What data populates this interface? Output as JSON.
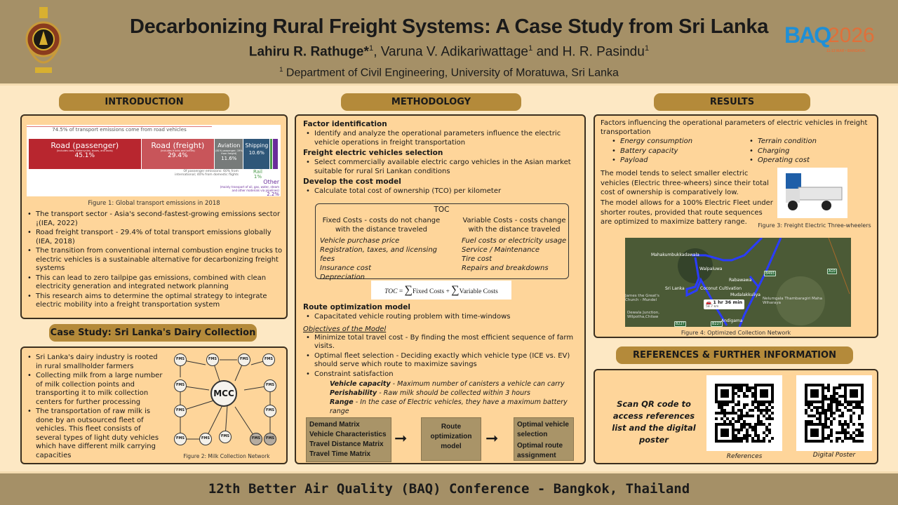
{
  "header": {
    "title": "Decarbonizing Rural Freight Systems: A Case Study from Sri Lanka",
    "authors": [
      {
        "name": "Lahiru R. Rathuge*",
        "sup": "1"
      },
      {
        "name": "Varuna V. Adikariwattage",
        "sup": "1"
      },
      {
        "name": "H. R. Pasindu",
        "sup": "1"
      }
    ],
    "author_sep1": ", ",
    "author_sep2": " and ",
    "affiliation_sup": "1",
    "affiliation": " Department of Civil Engineering, University of Moratuwa, Sri Lanka",
    "logo_left": "University of Moratuwa crest",
    "logo_right": {
      "text1": "BAQ",
      "text2": "2026",
      "sub": "11-13 MAR • BANGKOK"
    }
  },
  "introduction": {
    "heading": "INTRODUCTION",
    "figure": {
      "bracket_label": "74.5% of transport emissions come from road vehicles",
      "segments": [
        {
          "name": "Road (passenger)",
          "note": "(includes cars, motorcycles, buses, and taxis)",
          "value": "45.1%",
          "pct": 45.1,
          "color": "#b8262f"
        },
        {
          "name": "Road (freight)",
          "note": "(includes trucks and lorries)",
          "value": "29.4%",
          "pct": 29.4,
          "color": "#c8555a"
        },
        {
          "name": "Aviation",
          "note": "(81% passenger; 19% from freight)",
          "value": "11.6%",
          "pct": 11.6,
          "color": "#777b7a"
        },
        {
          "name": "Shipping",
          "note": "",
          "value": "10.6%",
          "pct": 10.6,
          "color": "#2f5779"
        },
        {
          "name": "Rail",
          "note": "",
          "value": "1%",
          "pct": 1,
          "color": "#4a9a4a"
        },
        {
          "name": "Other",
          "note": "(mainly transport of oil, gas, water, steam and other materials via pipelines)",
          "value": "2.2%",
          "pct": 2.2,
          "color": "#6a2c9a"
        }
      ],
      "aviation_note": "Of passenger emissions: 60% from international; 40% from domestic flights",
      "caption": "Figure 1: Global transport emissions in 2018"
    },
    "bullets": [
      "The transport sector - Asia's second-fastest-growing emissions sector ¡(IEA, 2022)",
      "Road freight transport - 29.4% of total transport emissions globally (IEA, 2018)",
      "The transition from conventional internal combustion engine trucks to electric vehicles is a sustainable alternative for decarbonizing freight systems",
      "This can lead to zero tailpipe gas emissions, combined with clean electricity generation and integrated network planning",
      "This research aims to determine the optimal strategy to integrate electric mobility into a freight transportation system"
    ]
  },
  "case_study": {
    "heading": "Case Study: Sri Lanka's Dairy Collection",
    "bullets": [
      "Sri Lanka's dairy industry is rooted in rural smallholder farmers",
      "Collecting milk from a large number of milk collection points and transporting it to milk collection centers for further processing",
      "The transportation of raw milk is done by an outsourced fleet of vehicles. This fleet consists of several types of light duty vehicles which have different milk carrying capacities"
    ],
    "figure": {
      "center": "MCC",
      "node": "FMS",
      "caption": "Figure 2: Milk Collection Network"
    }
  },
  "methodology": {
    "heading": "METHODOLOGY",
    "s1": {
      "title": "Factor identification",
      "bullets": [
        "Identify and analyze the operational parameters influence the electric vehicle operations in freight transportation"
      ]
    },
    "s2": {
      "title": "Freight electric vehicles selection",
      "bullets": [
        "Select commercially available electric cargo vehicles in the Asian market suitable for rural Sri Lankan conditions"
      ]
    },
    "s3": {
      "title": "Develop the cost model",
      "bullets": [
        "Calculate total cost of ownership (TCO) per kilometer"
      ]
    },
    "toc": {
      "label": "TOC",
      "fixed_title": "Fixed Costs - costs do not change with the distance traveled",
      "fixed": [
        "Vehicle purchase price",
        "Registration, taxes, and licensing fees",
        "Insurance cost",
        "Depreciation"
      ],
      "variable_title": "Variable Costs - costs change with the distance traveled",
      "variable": [
        "Fuel costs or electricity usage",
        "Service / Maintenance",
        "Tire cost",
        "Repairs and breakdowns"
      ],
      "formula_lhs": "TOC",
      "formula_eq": "=",
      "formula_t1": "Fixed Costs",
      "formula_plus": "+",
      "formula_t2": "Variable Costs"
    },
    "s4": {
      "title": "Route optimization model",
      "bullets": [
        "Capacitated vehicle routing problem with time-windows"
      ]
    },
    "objectives": {
      "title": "Objectives of the Model",
      "bullets": [
        "Minimize total travel cost - By finding the most efficient sequence of farm visits.",
        "Optimal fleet selection - Deciding exactly which vehicle type (ICE vs. EV) should serve which route to maximize savings",
        "Constraint satisfaction"
      ],
      "constraints": [
        {
          "name": "Vehicle capacity",
          "desc": " - Maximum number of canisters a vehicle can carry"
        },
        {
          "name": "Perishability",
          "desc": " - Raw milk should be collected within 3 hours"
        },
        {
          "name": "Range",
          "desc": " - In the case of Electric vehicles, they have a maximum battery range"
        }
      ]
    },
    "flow": {
      "inputs": [
        "Demand Matrix",
        "Vehicle Characteristics",
        "Travel Distance Matrix",
        "Travel Time Matrix"
      ],
      "model": "Route optimization model",
      "outputs": [
        "Optimal vehicle selection",
        "Optimal route assignment"
      ]
    }
  },
  "results": {
    "heading": "RESULTS",
    "intro": "Factors influencing the operational parameters of electric vehicles in freight transportation",
    "factors_left": [
      "Energy consumption",
      "Battery capacity",
      "Payload"
    ],
    "factors_right": [
      "Terrain condition",
      "Charging",
      "Operating cost"
    ],
    "p1": "The model tends to select smaller electric vehicles (Electric three-wheers) since their total cost of ownership is comparatively low.",
    "p2": "The model allows for a 100% Electric Fleet under shorter routes, provided that route sequences are optimized to maximize battery range.",
    "fig3_caption": "Figure 3: Freight Electric Three-wheelers",
    "map": {
      "labels": [
        "Mahakumbukkadawala",
        "Walpaluwa",
        "Rabawawa",
        "Sri Lanka",
        "Coconut Cultivation",
        "Mudalakkuliya",
        "Nelumgala Thambaragiri Maha Wiharaya",
        "James the Great's Church - Mundel",
        "Dewala Junction, Wilpotha,Chilaw",
        "Andigama"
      ],
      "duration": "1 hr 36 min",
      "distance": "58.7 km",
      "roads": [
        "B493",
        "A10",
        "B227",
        "B227"
      ]
    },
    "fig4_caption": "Figure 4: Optimized Collection Network"
  },
  "references": {
    "heading": "REFERENCES & FURTHER INFORMATION",
    "text": "Scan QR code to access references list and the digital poster",
    "qr1_label": "References",
    "qr2_label": "Digital Poster"
  },
  "footer": {
    "text": "12th Better Air Quality (BAQ) Conference - Bangkok, Thailand"
  }
}
